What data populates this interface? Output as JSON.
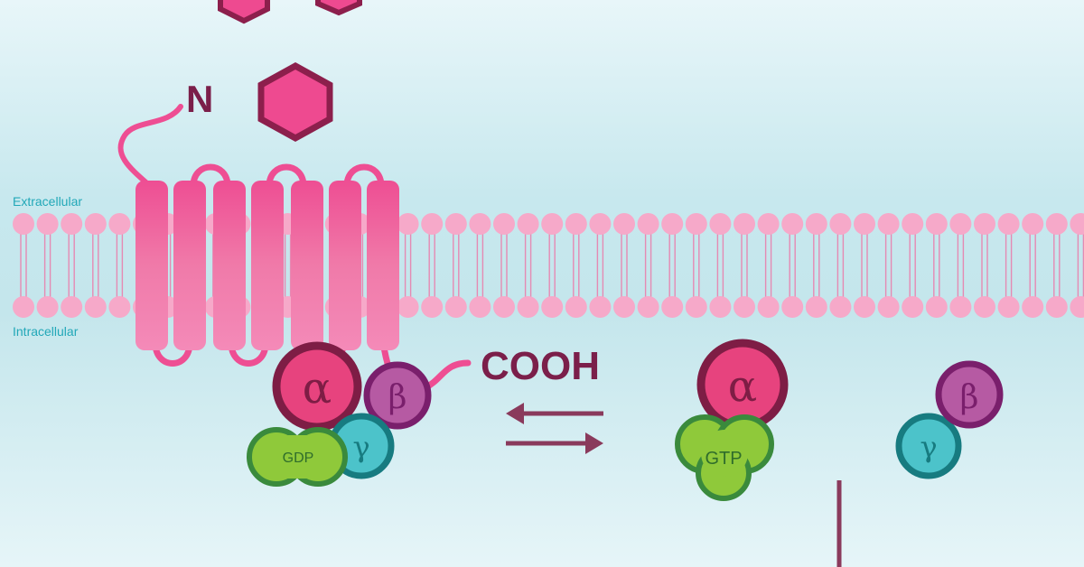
{
  "labels": {
    "extracellular": "Extracellular",
    "intracellular": "Intracellular",
    "n_terminus": "N",
    "c_terminus": "COOH"
  },
  "complex_bound": {
    "alpha": "α",
    "beta": "β",
    "gamma": "γ",
    "nucleotide": "GDP"
  },
  "complex_free": {
    "alpha": "α",
    "beta": "β",
    "gamma": "γ",
    "nucleotide": "GTP"
  },
  "colors": {
    "background_top": "#e4f4f8",
    "background_band": "#c6e8ee",
    "membrane_head": "#f6a9c9",
    "membrane_tail": "#f09bbf",
    "receptor": "#ee4e93",
    "receptor_light": "#f48ab8",
    "ligand_fill": "#ee4a90",
    "ligand_stroke": "#8c1f4c",
    "alpha_fill": "#e7437e",
    "alpha_stroke": "#7e1d45",
    "beta_fill": "#b65aa3",
    "beta_stroke": "#7a1f6c",
    "gamma_fill": "#4cc3ca",
    "gamma_stroke": "#177b80",
    "nucleotide_fill": "#8fc93a",
    "nucleotide_stroke": "#3a8a3c",
    "label_cyan": "#22a8b8",
    "text_dark": "#7b1f4a",
    "arrow": "#8a3a5c"
  }
}
